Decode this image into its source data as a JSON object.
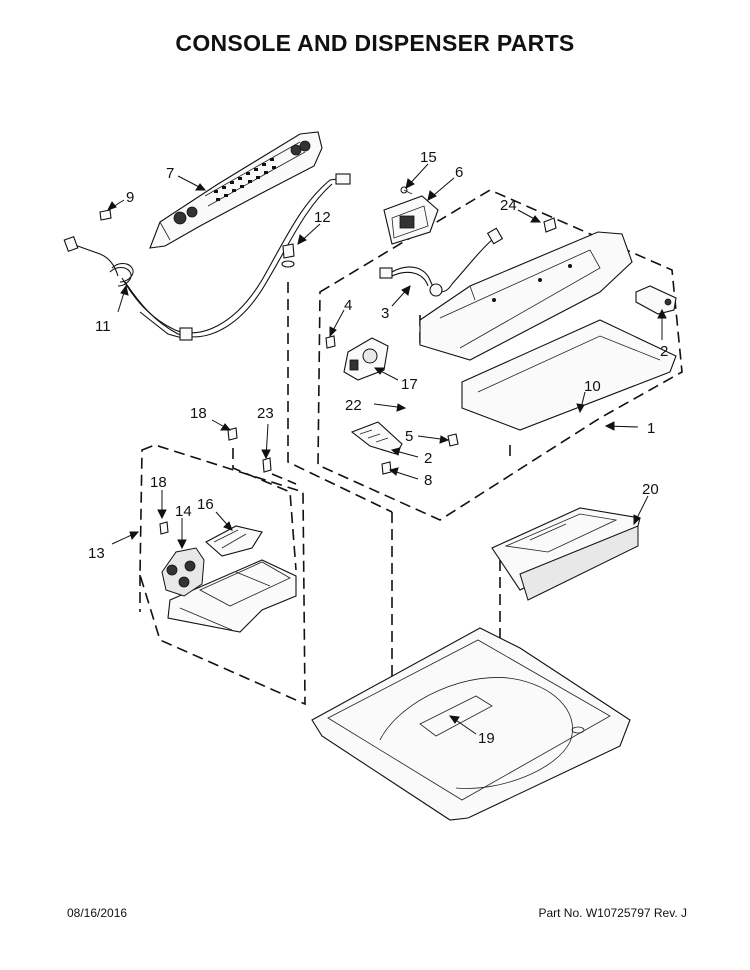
{
  "title": "CONSOLE AND DISPENSER PARTS",
  "footer": {
    "date": "08/16/2016",
    "part_number": "Part No.  W10725797   Rev.  J"
  },
  "callouts": {
    "c1": "1",
    "c2a": "2",
    "c2b": "2",
    "c3": "3",
    "c4": "4",
    "c5": "5",
    "c6": "6",
    "c7": "7",
    "c8": "8",
    "c9": "9",
    "c10": "10",
    "c11": "11",
    "c12": "12",
    "c13": "13",
    "c14": "14",
    "c15": "15",
    "c16": "16",
    "c17": "17",
    "c18a": "18",
    "c18b": "18",
    "c19": "19",
    "c20": "20",
    "c22": "22",
    "c23": "23",
    "c24": "24"
  }
}
